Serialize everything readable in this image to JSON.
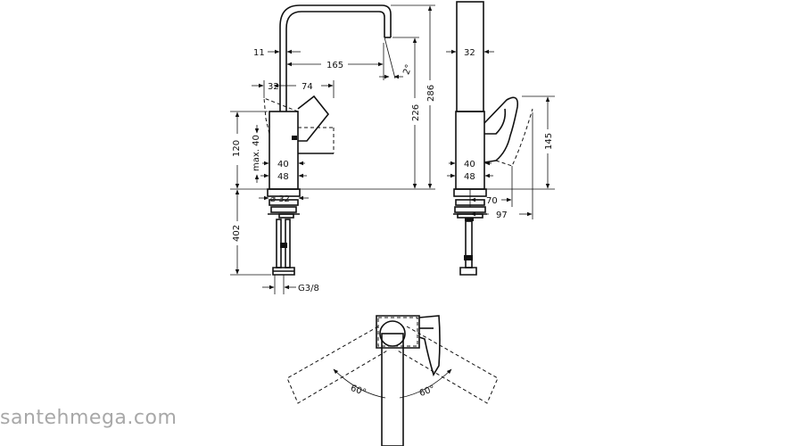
{
  "dimensions": {
    "front": {
      "spout_wall": "11",
      "spout_reach": "165",
      "spout_angle": "2°",
      "handle_offset": "32",
      "handle_length": "74",
      "body_height": "120",
      "max_thickness": "max. 40",
      "body_dia_upper": "40",
      "body_dia_lower": "48",
      "shank_dia": "⌀ 32",
      "shank_length": "402",
      "thread": "G3/8",
      "height_226": "226",
      "height_286": "286"
    },
    "side": {
      "spout_width": "32",
      "handle_height": "145",
      "body_dia_upper": "40",
      "body_dia_lower": "48",
      "projection_70": "70",
      "projection_97": "97"
    },
    "top": {
      "angle_left": "60°",
      "angle_right": "60°"
    }
  },
  "watermark": "santehmega.com"
}
